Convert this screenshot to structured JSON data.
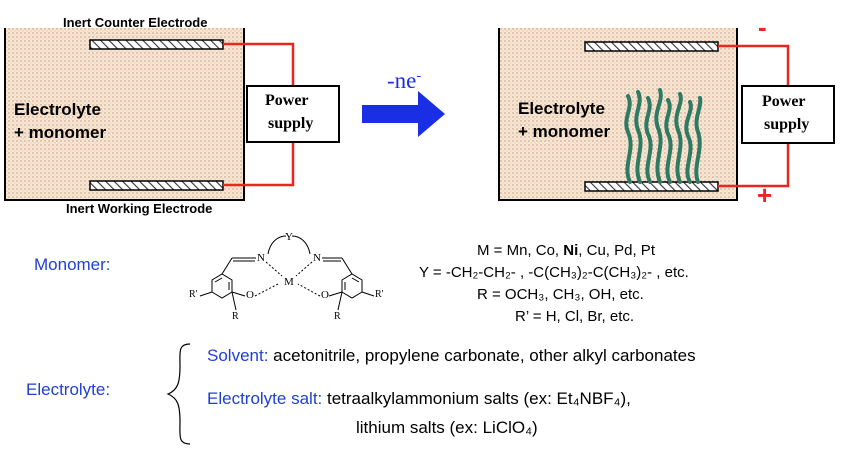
{
  "left_cell": {
    "counter_electrode_label": "Inert Counter Electrode",
    "working_electrode_label": "Inert Working Electrode",
    "solution_line1": "Electrolyte",
    "solution_line2": "+ monomer",
    "power_line1": "Power",
    "power_line2": "supply"
  },
  "arrow": {
    "label": "-ne",
    "superscript": "-"
  },
  "right_cell": {
    "solution_line1": "Electrolyte",
    "solution_line2": "+ monomer",
    "power_line1": "Power",
    "power_line2": "supply",
    "minus_sign": "-",
    "plus_sign": "+"
  },
  "monomer": {
    "heading": "Monomer:",
    "structure": {
      "metal": "M",
      "bridge": "Y",
      "nitrogen_left": "N",
      "nitrogen_right": "N",
      "oxygen_left": "O",
      "oxygen_right": "O",
      "r_left": "R",
      "r_right": "R",
      "r_prime_left": "R'",
      "r_prime_right": "R'"
    },
    "definitions": {
      "m_line_a": "M = Mn, Co, ",
      "m_line_bold": "Ni",
      "m_line_b": ", Cu, Pd, Pt",
      "y_line": "Y = -CH₂-CH₂- , -C(CH₃)₂-C(CH₃)₂- , etc.",
      "r_line": "R = OCH₃, CH₃, OH, etc.",
      "rprime_line": "R’ = H, Cl, Br, etc."
    }
  },
  "electrolyte": {
    "heading": "Electrolyte:",
    "solvent_label": "Solvent:",
    "solvent_value": " acetonitrile, propylene carbonate, other alkyl carbonates",
    "salt_label": "Electrolyte salt:",
    "salt_value_line1": " tetraalkylammonium  salts (ex: Et₄NBF₄),",
    "salt_value_line2": "lithium salts (ex: LiClO₄)"
  },
  "colors": {
    "solution_fill": "#f4e1cf",
    "wire": "#e8281e",
    "arrow": "#1a2ee6",
    "polymer": "#2e7a62",
    "label_blue": "#1f3fd6"
  }
}
